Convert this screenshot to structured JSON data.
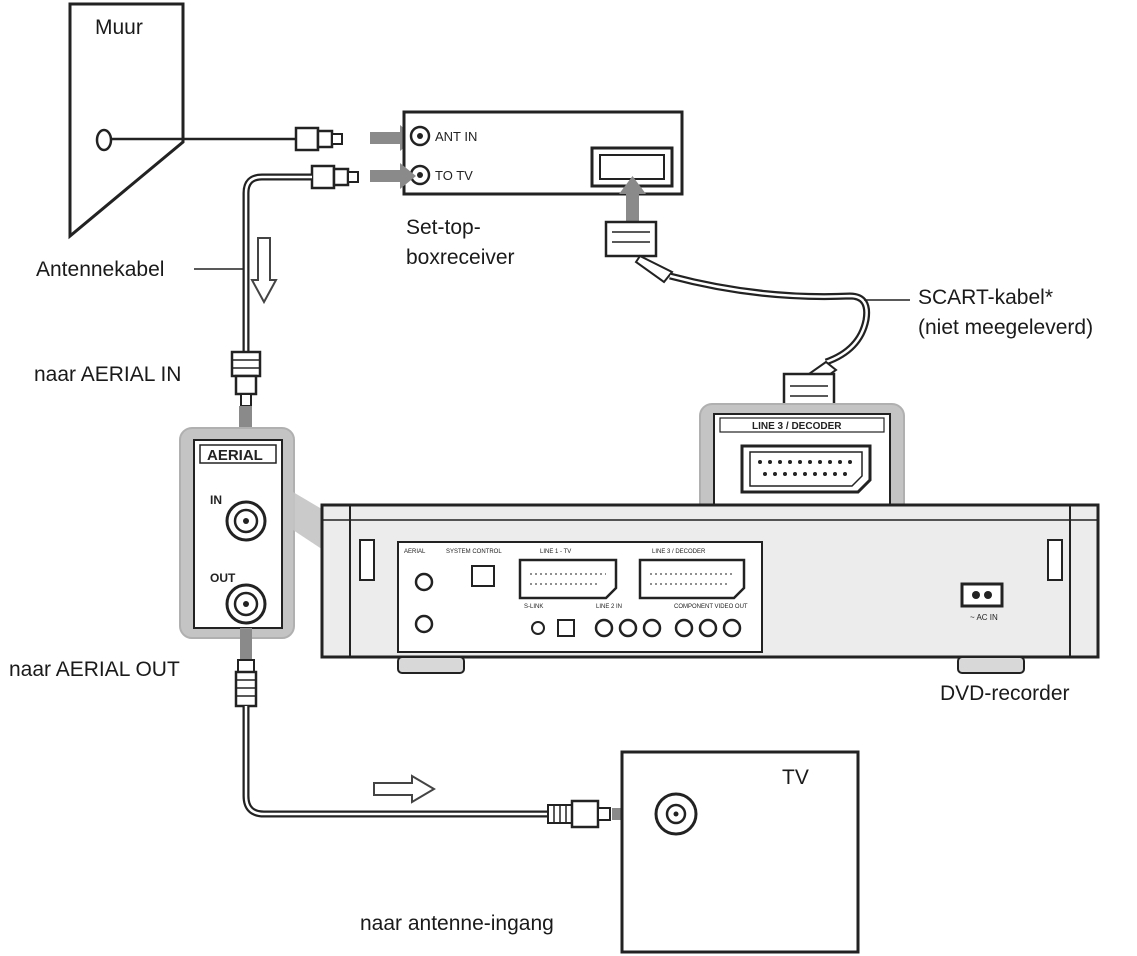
{
  "labels": {
    "wall": "Muur",
    "settop_line1": "Set-top-",
    "settop_line2": "boxreceiver",
    "antenna_cable": "Antennekabel",
    "to_aerial_in": "naar AERIAL IN",
    "to_aerial_out": "naar AERIAL OUT",
    "scart_line1": "SCART-kabel*",
    "scart_line2": "(niet meegeleverd)",
    "dvd_recorder": "DVD-recorder",
    "tv": "TV",
    "to_antenna_input": "naar antenne-ingang"
  },
  "settop_ports": {
    "ant_in": "ANT IN",
    "to_tv": "TO TV"
  },
  "aerial_panel": {
    "title": "AERIAL",
    "in": "IN",
    "out": "OUT"
  },
  "scart_panel": {
    "title": "LINE 3 / DECODER"
  },
  "recorder_panel": {
    "aerial": "AERIAL",
    "system_control": "SYSTEM CONTROL",
    "line1_tv": "LINE 1 - TV",
    "line3_decoder": "LINE 3 / DECODER",
    "s_link": "S-LINK",
    "line2_in": "LINE 2 IN",
    "component_out": "COMPONENT VIDEO OUT",
    "ac_in": "~ AC IN"
  }
}
